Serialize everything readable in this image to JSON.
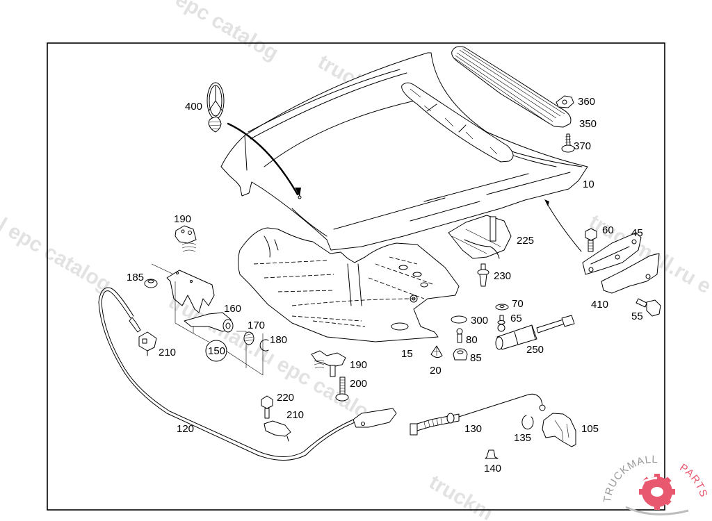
{
  "diagram": {
    "title": "Hood / bonnet assembly exploded parts view",
    "callouts": [
      {
        "id": "p10",
        "label": "10"
      },
      {
        "id": "p15",
        "label": "15"
      },
      {
        "id": "p20",
        "label": "20"
      },
      {
        "id": "p45",
        "label": "45"
      },
      {
        "id": "p55",
        "label": "55"
      },
      {
        "id": "p60",
        "label": "60"
      },
      {
        "id": "p65",
        "label": "65"
      },
      {
        "id": "p70",
        "label": "70"
      },
      {
        "id": "p80",
        "label": "80"
      },
      {
        "id": "p85",
        "label": "85"
      },
      {
        "id": "p105",
        "label": "105"
      },
      {
        "id": "p120",
        "label": "120"
      },
      {
        "id": "p130",
        "label": "130"
      },
      {
        "id": "p135",
        "label": "135"
      },
      {
        "id": "p140",
        "label": "140"
      },
      {
        "id": "p150",
        "label": "150"
      },
      {
        "id": "p160",
        "label": "160"
      },
      {
        "id": "p170",
        "label": "170"
      },
      {
        "id": "p180",
        "label": "180"
      },
      {
        "id": "p185",
        "label": "185"
      },
      {
        "id": "p190a",
        "label": "190"
      },
      {
        "id": "p190b",
        "label": "190"
      },
      {
        "id": "p200",
        "label": "200"
      },
      {
        "id": "p210a",
        "label": "210"
      },
      {
        "id": "p210b",
        "label": "210"
      },
      {
        "id": "p220",
        "label": "220"
      },
      {
        "id": "p225",
        "label": "225"
      },
      {
        "id": "p230",
        "label": "230"
      },
      {
        "id": "p250",
        "label": "250"
      },
      {
        "id": "p300",
        "label": "300"
      },
      {
        "id": "p350",
        "label": "350"
      },
      {
        "id": "p360",
        "label": "360"
      },
      {
        "id": "p370",
        "label": "370"
      },
      {
        "id": "p400",
        "label": "400"
      },
      {
        "id": "p410",
        "label": "410"
      }
    ]
  },
  "watermarks": [
    {
      "text": "epc catalog"
    },
    {
      "text": "truckmall.ru epc catalog"
    },
    {
      "text": "l epc catalog"
    },
    {
      "text": "truckmall.ru epc catalog"
    },
    {
      "text": "truckmall.ru e"
    },
    {
      "text": "truckm"
    }
  ],
  "brand": {
    "name_part1": "TRUCKMALL",
    "name_part2": "PARTS",
    "accent_color": "#e8586f",
    "text_color": "#9a9a9a"
  }
}
